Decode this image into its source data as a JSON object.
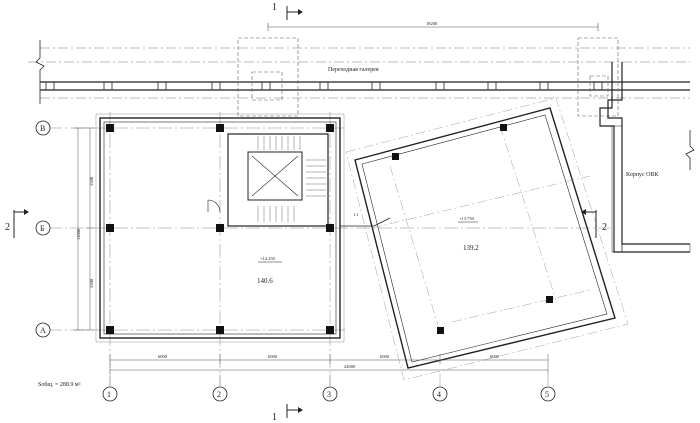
{
  "gallery_label": "Переходная галерея",
  "building_label": "Корпус ОВК",
  "section_marks": {
    "top": "1",
    "bottom": "1",
    "left": "2",
    "right": "2"
  },
  "axes_vertical": [
    "1",
    "2",
    "3",
    "4",
    "5"
  ],
  "axes_horizontal": [
    "В",
    "Б",
    "А"
  ],
  "dimensions": {
    "gallery_top": "18200",
    "bay": "6000",
    "bay_rot_1": "6000",
    "bay_rot_2": "6000",
    "total": "24000",
    "height_total": "11000",
    "height_top": "5500",
    "height_bottom": "5500"
  },
  "levels": {
    "left": "+14.250",
    "right": "+13.750"
  },
  "areas": {
    "left": "140.6",
    "right": "139.2",
    "door": "1.1"
  },
  "total_area": "Sобщ. = 288.9 м²",
  "colors": {
    "line": "#222222",
    "grid": "#888888",
    "column": "#111111"
  }
}
